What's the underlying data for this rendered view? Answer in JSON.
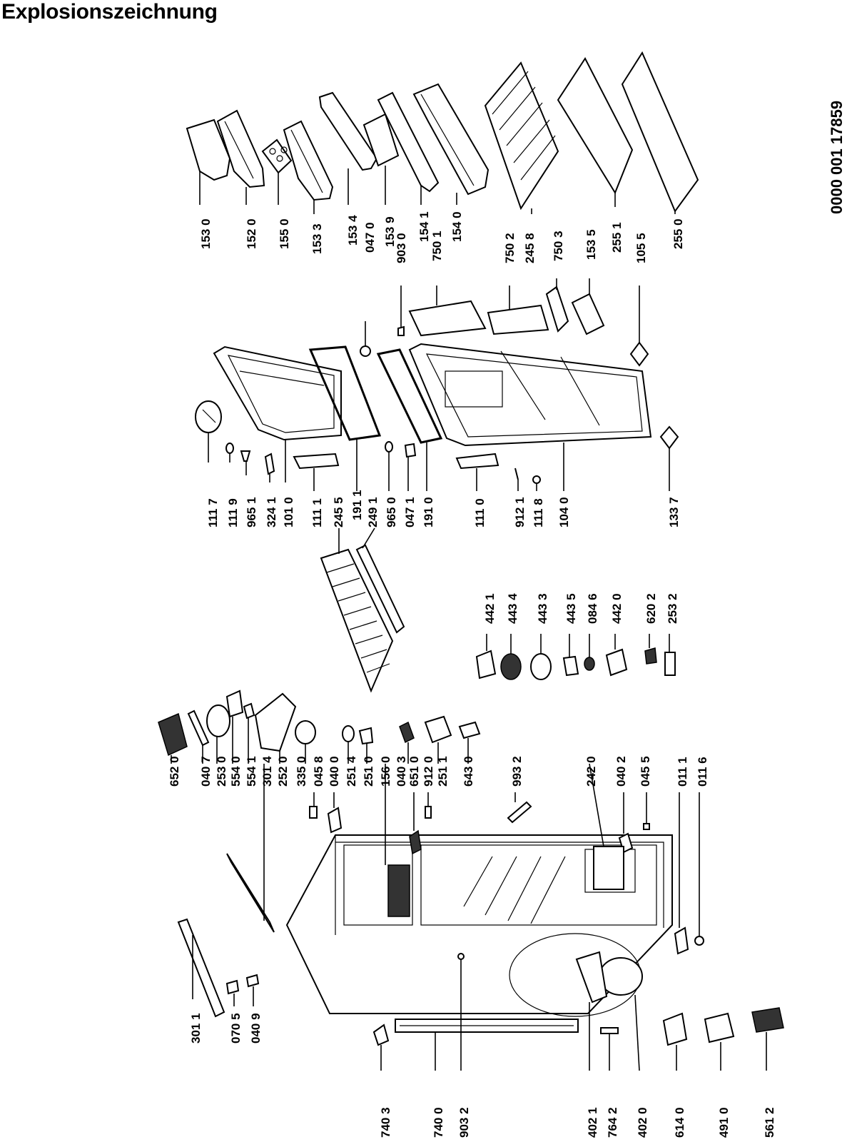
{
  "title": "Explosionszeichnung",
  "document_number": "0000 001 17859",
  "parts": [
    {
      "id": "p1530",
      "label": "153 0"
    },
    {
      "id": "p1520",
      "label": "152 0"
    },
    {
      "id": "p1550",
      "label": "155 0"
    },
    {
      "id": "p1533",
      "label": "153 3"
    },
    {
      "id": "p1534",
      "label": "153 4"
    },
    {
      "id": "p0470",
      "label": "047 0"
    },
    {
      "id": "p1539",
      "label": "153 9"
    },
    {
      "id": "p9030",
      "label": "903 0"
    },
    {
      "id": "p1541",
      "label": "154 1"
    },
    {
      "id": "p7501",
      "label": "750 1"
    },
    {
      "id": "p1540",
      "label": "154 0"
    },
    {
      "id": "p7502",
      "label": "750 2"
    },
    {
      "id": "p2458",
      "label": "245 8"
    },
    {
      "id": "p7503",
      "label": "750 3"
    },
    {
      "id": "p1535",
      "label": "153 5"
    },
    {
      "id": "p2551",
      "label": "255 1"
    },
    {
      "id": "p1055",
      "label": "105 5"
    },
    {
      "id": "p2550",
      "label": "255 0"
    },
    {
      "id": "p1117",
      "label": "111 7"
    },
    {
      "id": "p1119",
      "label": "111 9"
    },
    {
      "id": "p9651",
      "label": "965 1"
    },
    {
      "id": "p3241",
      "label": "324 1"
    },
    {
      "id": "p1010",
      "label": "101 0"
    },
    {
      "id": "p1111",
      "label": "111 1"
    },
    {
      "id": "p2455",
      "label": "245 5"
    },
    {
      "id": "p1911",
      "label": "191 1"
    },
    {
      "id": "p2491",
      "label": "249 1"
    },
    {
      "id": "p9650",
      "label": "965 0"
    },
    {
      "id": "p0471",
      "label": "047 1"
    },
    {
      "id": "p1910",
      "label": "191 0"
    },
    {
      "id": "p1110",
      "label": "111 0"
    },
    {
      "id": "p9121",
      "label": "912 1"
    },
    {
      "id": "p1118",
      "label": "111 8"
    },
    {
      "id": "p1040",
      "label": "104 0"
    },
    {
      "id": "p1337",
      "label": "133 7"
    },
    {
      "id": "p4421",
      "label": "442 1"
    },
    {
      "id": "p4434",
      "label": "443 4"
    },
    {
      "id": "p4433",
      "label": "443 3"
    },
    {
      "id": "p4435",
      "label": "443 5"
    },
    {
      "id": "p0846",
      "label": "084 6"
    },
    {
      "id": "p4420",
      "label": "442 0"
    },
    {
      "id": "p6202",
      "label": "620 2"
    },
    {
      "id": "p2532",
      "label": "253 2"
    },
    {
      "id": "p6520",
      "label": "652 0"
    },
    {
      "id": "p0407",
      "label": "040 7"
    },
    {
      "id": "p2530",
      "label": "253 0"
    },
    {
      "id": "p5540",
      "label": "554 0"
    },
    {
      "id": "p5541",
      "label": "554 1"
    },
    {
      "id": "p3014",
      "label": "301 4"
    },
    {
      "id": "p2520",
      "label": "252 0"
    },
    {
      "id": "p3350",
      "label": "335 0"
    },
    {
      "id": "p0458",
      "label": "045 8"
    },
    {
      "id": "p0400",
      "label": "040 0"
    },
    {
      "id": "p2514",
      "label": "251 4"
    },
    {
      "id": "p2510",
      "label": "251 0"
    },
    {
      "id": "p1560",
      "label": "156 0"
    },
    {
      "id": "p0403",
      "label": "040 3"
    },
    {
      "id": "p6510",
      "label": "651 0"
    },
    {
      "id": "p9120",
      "label": "912 0"
    },
    {
      "id": "p2511",
      "label": "251 1"
    },
    {
      "id": "p6430",
      "label": "643 0"
    },
    {
      "id": "p9932",
      "label": "993 2"
    },
    {
      "id": "p2420",
      "label": "242 0"
    },
    {
      "id": "p0402",
      "label": "040 2"
    },
    {
      "id": "p0455",
      "label": "045 5"
    },
    {
      "id": "p0111",
      "label": "011 1"
    },
    {
      "id": "p0116",
      "label": "011 6"
    },
    {
      "id": "p3011",
      "label": "301 1"
    },
    {
      "id": "p0705",
      "label": "070 5"
    },
    {
      "id": "p0409",
      "label": "040 9"
    },
    {
      "id": "p7403",
      "label": "740 3"
    },
    {
      "id": "p7400",
      "label": "740 0"
    },
    {
      "id": "p9032",
      "label": "903 2"
    },
    {
      "id": "p4021",
      "label": "402 1"
    },
    {
      "id": "p7642",
      "label": "764 2"
    },
    {
      "id": "p4020",
      "label": "402 0"
    },
    {
      "id": "p6140",
      "label": "614 0"
    },
    {
      "id": "p4910",
      "label": "491 0"
    },
    {
      "id": "p5612",
      "label": "561 2"
    }
  ]
}
